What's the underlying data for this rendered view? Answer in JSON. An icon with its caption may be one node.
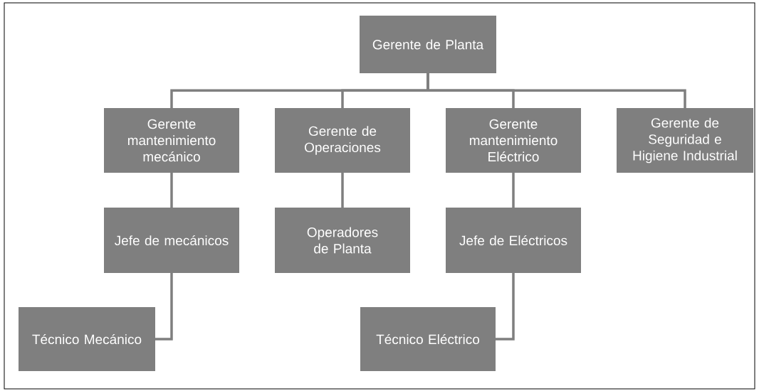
{
  "diagram": {
    "nodes": [
      {
        "text": [
          "Gerente de Planta"
        ]
      },
      {
        "text": [
          "Gerente mantenimiento mecánico"
        ]
      },
      {
        "text": [
          "Gerente de Operaciones"
        ]
      },
      {
        "text": [
          "Gerente mantenimiento Eléctrico"
        ]
      },
      {
        "text": [
          "Gerente de Seguridad e Higiene Industrial"
        ]
      },
      {
        "text": [
          "Jefe de mecánicos"
        ]
      },
      {
        "text": [
          "Operadores de Planta"
        ]
      },
      {
        "text": [
          "Jefe de Eléctricos"
        ]
      },
      {
        "text": [
          "Técnico Mecánico"
        ]
      },
      {
        "text": [
          "Técnico Eléctrico"
        ]
      }
    ],
    "edges": [
      {
        "from": 0,
        "to": 1,
        "arrow": "none"
      },
      {
        "from": 0,
        "to": 2,
        "arrow": "none"
      },
      {
        "from": 0,
        "to": 3,
        "arrow": "none"
      },
      {
        "from": 0,
        "to": 4,
        "arrow": "none"
      },
      {
        "from": 1,
        "to": 5,
        "arrow": "none"
      },
      {
        "from": 2,
        "to": 6,
        "arrow": "none"
      },
      {
        "from": 3,
        "to": 7,
        "arrow": "none"
      },
      {
        "from": 5,
        "to": 8,
        "arrow": "none"
      },
      {
        "from": 7,
        "to": 9,
        "arrow": "none"
      }
    ]
  }
}
